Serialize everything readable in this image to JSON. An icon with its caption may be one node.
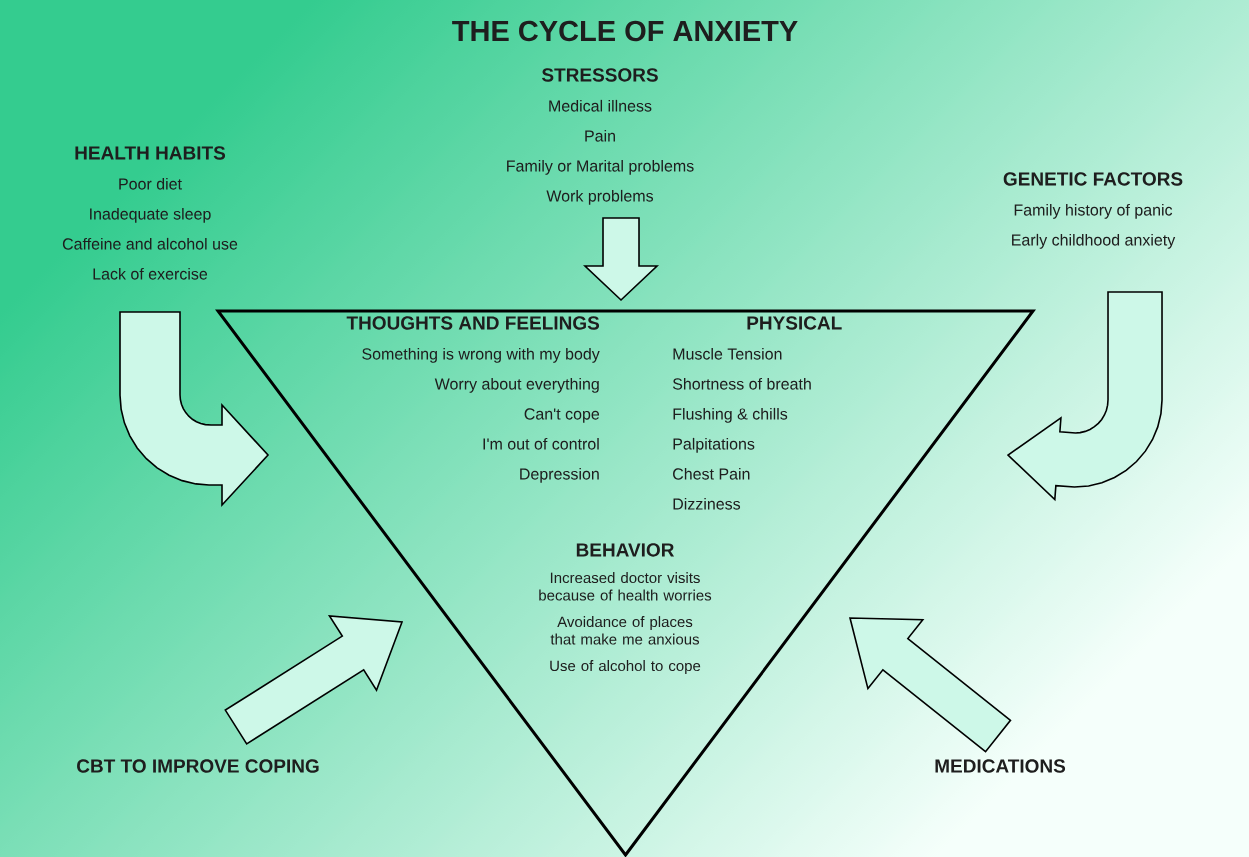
{
  "diagram": {
    "title": "THE CYCLE OF ANXIETY",
    "nodes": [
      {
        "text": [
          "STRESSORS",
          "Medical illness",
          "Pain",
          "Family or Marital problems",
          "Work problems"
        ]
      },
      {
        "text": [
          "HEALTH HABITS",
          "Poor diet",
          "Inadequate sleep",
          "Caffeine and alcohol use",
          "Lack of exercise"
        ]
      },
      {
        "text": [
          "GENETIC FACTORS",
          "Family history of panic",
          "Early childhood anxiety"
        ]
      },
      {
        "text": [],
        "shape": "triangle"
      },
      {
        "text": [
          "THOUGHTS AND FEELINGS",
          "Something is wrong with my body",
          "Worry about everything",
          "Can't cope",
          "I'm out of control",
          "Depression"
        ],
        "in": 3
      },
      {
        "text": [
          "PHYSICAL",
          "Muscle Tension",
          "Shortness of breath",
          "Flushing & chills",
          "Palpitations",
          "Chest Pain",
          "Dizziness"
        ],
        "in": 3
      },
      {
        "text": [
          "BEHAVIOR",
          "Increased doctor visits because of health worries",
          "Avoidance of places that make me anxious",
          "Use of alcohol to cope"
        ],
        "in": 3
      },
      {
        "text": [
          "CBT TO IMPROVE COPING"
        ]
      },
      {
        "text": [
          "MEDICATIONS"
        ]
      }
    ],
    "edges": [
      {
        "from": 0,
        "to": 3,
        "arrow": "to"
      },
      {
        "from": 1,
        "to": 3,
        "arrow": "to"
      },
      {
        "from": 2,
        "to": 3,
        "arrow": "to"
      },
      {
        "from": 7,
        "to": 3,
        "arrow": "to"
      },
      {
        "from": 8,
        "to": 3,
        "arrow": "to"
      }
    ]
  }
}
